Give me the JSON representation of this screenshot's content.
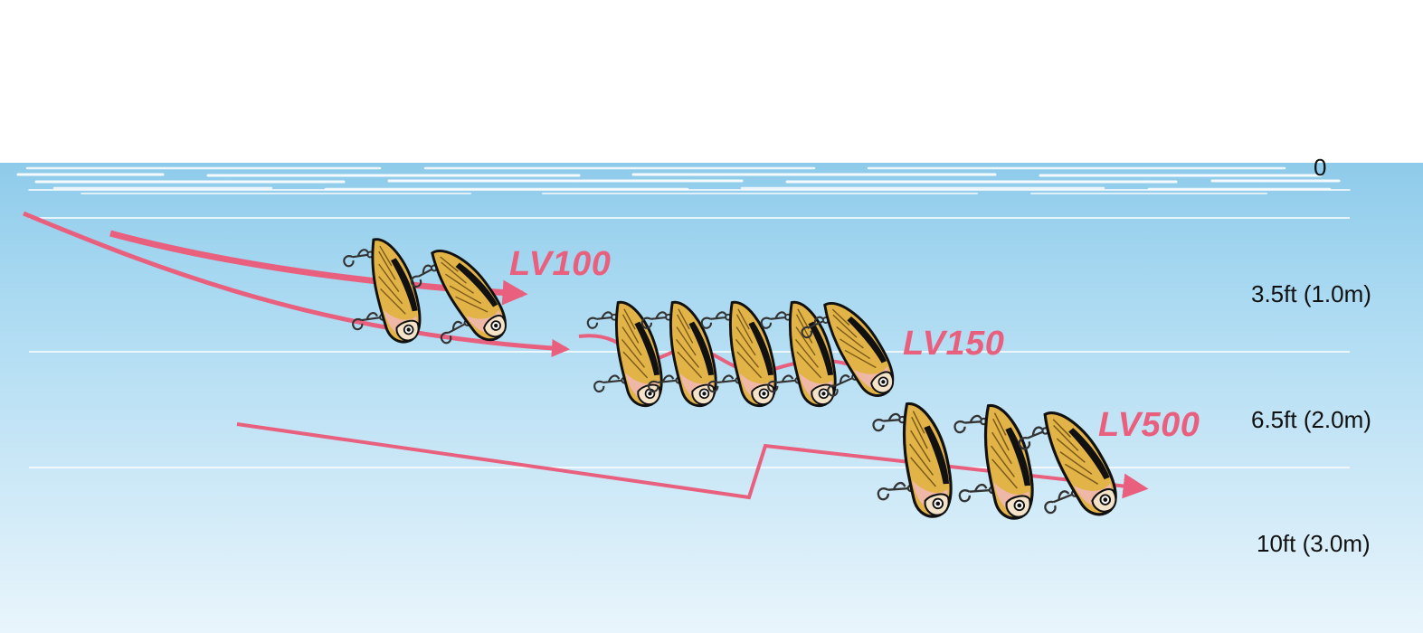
{
  "colors": {
    "water_top": "#8ecbea",
    "water_bottom": "#e9f5fc",
    "depth_line": "#ffffff",
    "path": "#e9607f",
    "lure_body": "#e2b347",
    "lure_outline": "#111111",
    "lure_belly": "#efb7a5",
    "label_text": "#111111"
  },
  "depth_scale": {
    "surface_label": "0",
    "levels": [
      {
        "label": "3.5ft (1.0m)",
        "feet": 3.5,
        "meters": 1.0
      },
      {
        "label": "6.5ft (2.0m)",
        "feet": 6.5,
        "meters": 2.0
      },
      {
        "label": "10ft (3.0m)",
        "feet": 10,
        "meters": 3.0
      }
    ]
  },
  "lures": [
    {
      "name": "LV100",
      "lure_count": 2,
      "swim_path": "shallow dive, straight arrow"
    },
    {
      "name": "LV150",
      "lure_count": 5,
      "swim_path": "deeper dive, wavy tail"
    },
    {
      "name": "LV500",
      "lure_count": 3,
      "swim_path": "dives deepest, rises sharply"
    }
  ],
  "icons": {
    "lure": "lipless-crankbait-icon",
    "arrow": "swim-path-arrow"
  }
}
